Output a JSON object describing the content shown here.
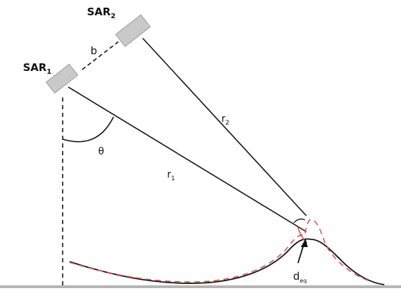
{
  "labels": {
    "sar_2_base": "SAR",
    "sar_2_sub": "2",
    "sar_1_base": "SAR",
    "sar_1_sub": "1",
    "baseline": "b",
    "theta": "θ",
    "r1_base": "r",
    "r1_sub": "1",
    "r2_base": "r",
    "r2_sub": "2",
    "d_base": "d",
    "d_sub": "eq"
  },
  "colors": {
    "stroke": "#111111",
    "terrain_true": "#111111",
    "terrain_estimate": "#d9534f",
    "satellite_fill": "#c9c9c9",
    "ground": "#b5b5b5"
  }
}
